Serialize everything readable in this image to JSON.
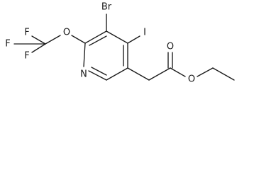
{
  "structure": {
    "atom_labels": {
      "bromine": "Br",
      "iodine": "I",
      "ring_nitrogen": "N",
      "ether_oxygen": "O",
      "fluorine_top": "F",
      "fluorine_left": "F",
      "fluorine_bottom": "F",
      "carbonyl_oxygen": "O",
      "ester_oxygen": "O"
    }
  }
}
